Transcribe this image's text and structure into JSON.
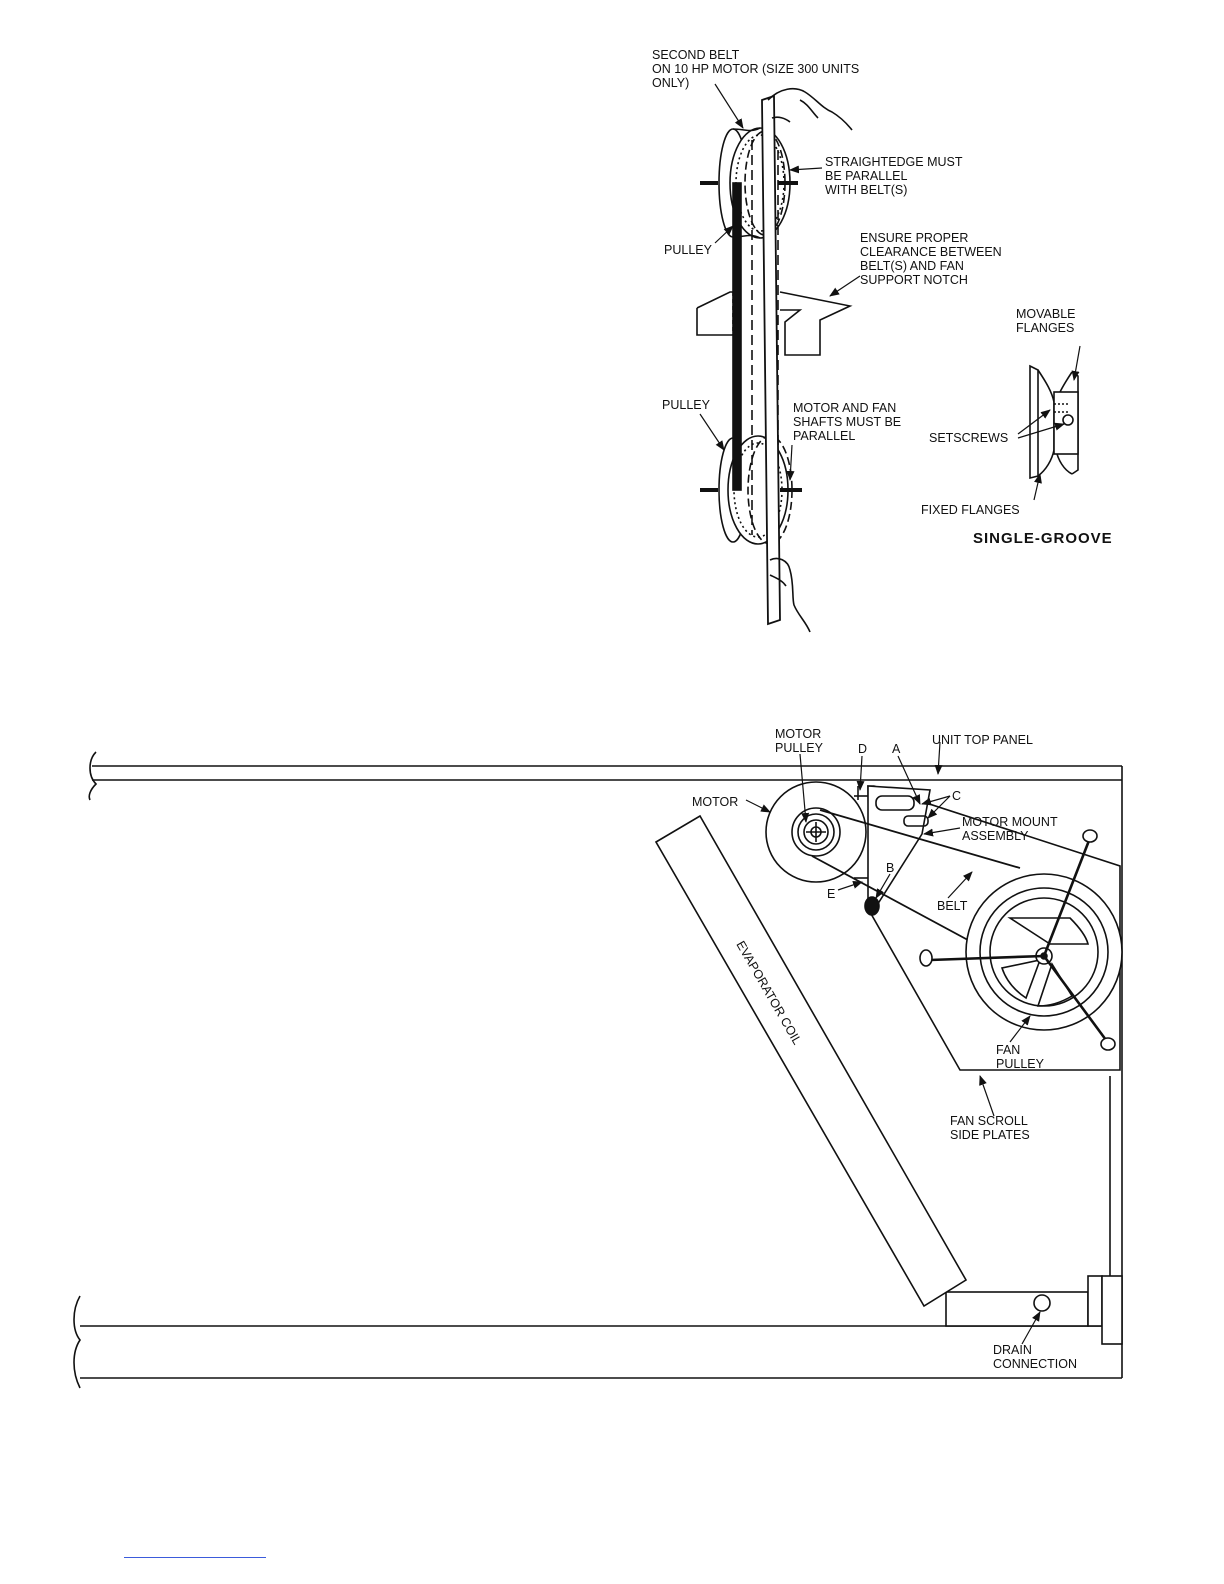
{
  "figure1": {
    "labels": {
      "second_belt": [
        "SECOND BELT",
        "ON 10 HP MOTOR (SIZE 300 UNITS",
        "ONLY)"
      ],
      "straightedge": [
        "STRAIGHTEDGE MUST",
        "BE PARALLEL",
        "WITH BELT(S)"
      ],
      "pulley_top": "PULLEY",
      "clearance": [
        "ENSURE PROPER",
        "CLEARANCE BETWEEN",
        "BELT(S) AND FAN",
        "SUPPORT NOTCH"
      ],
      "pulley_bottom": "PULLEY",
      "shafts": [
        "MOTOR AND FAN",
        "SHAFTS MUST BE",
        "PARALLEL"
      ],
      "movable_flanges": [
        "MOVABLE",
        "FLANGES"
      ],
      "setscrews": "SETSCREWS",
      "fixed_flanges": "FIXED FLANGES",
      "single_groove": "SINGLE-GROOVE"
    }
  },
  "figure2": {
    "labels": {
      "motor_pulley": [
        "MOTOR",
        "PULLEY"
      ],
      "d": "D",
      "a": "A",
      "unit_top_panel": "UNIT TOP PANEL",
      "c": "C",
      "motor": "MOTOR",
      "motor_mount": [
        "MOTOR MOUNT",
        "ASSEMBLY"
      ],
      "b": "B",
      "e": "E",
      "belt": "BELT",
      "evaporator_coil": "EVAPORATOR COIL",
      "fan_pulley": [
        "FAN",
        "PULLEY"
      ],
      "fan_scroll": [
        "FAN SCROLL",
        "SIDE PLATES"
      ],
      "drain": [
        "DRAIN",
        "CONNECTION"
      ]
    }
  }
}
